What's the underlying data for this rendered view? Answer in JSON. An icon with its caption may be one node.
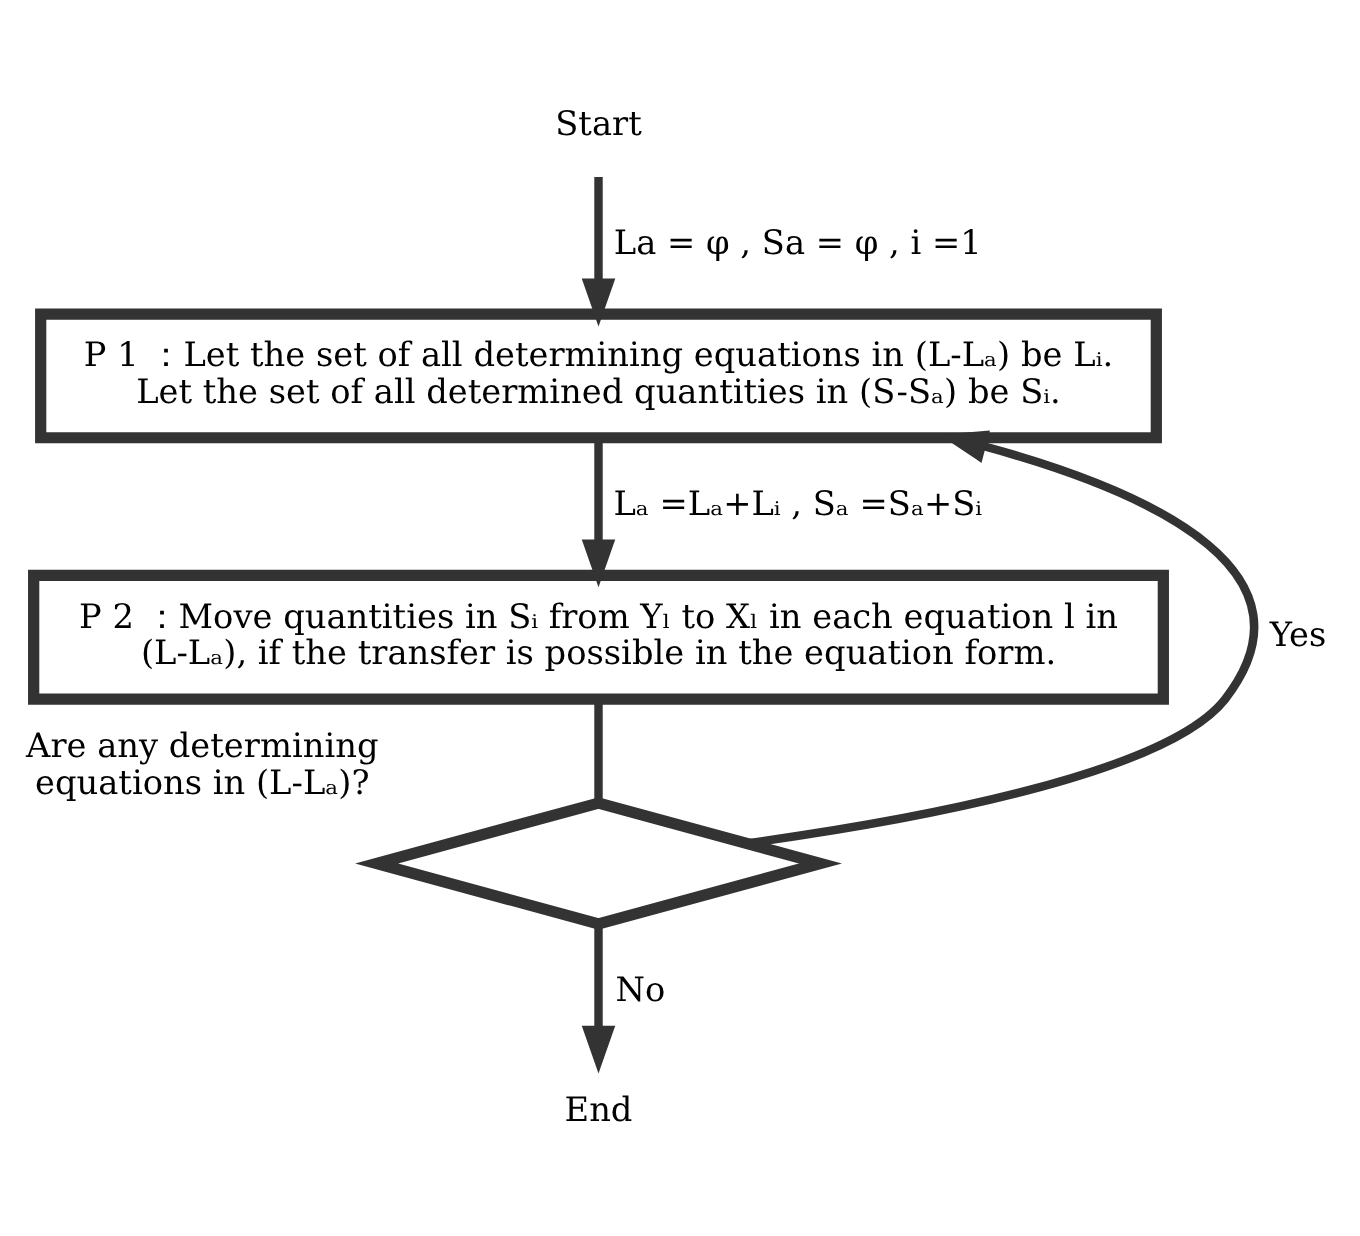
{
  "diagram": {
    "nodes": [
      {
        "text": [
          "Start"
        ]
      },
      {
        "text": [
          "P 1 ：Let the set of all determining equations in (L-Lₐ) be Lᵢ. Let the set of all determined quantities in (S-Sₐ) be Sᵢ."
        ]
      },
      {
        "text": [
          "P 2 ：Move quantities in Sᵢ from Yₗ to Xₗ in each equation l in (L-Lₐ), if the transfer is possible in the equation form."
        ]
      },
      {
        "text": [],
        "shape": "diamond",
        "beside": [
          "Are any determining equations in (L-Lₐ)?"
        ]
      },
      {
        "text": [
          "End"
        ]
      }
    ],
    "edges": [
      {
        "from": 0,
        "to": 1,
        "arrow": "to",
        "label": "La = φ , Sa = φ , i =1"
      },
      {
        "from": 1,
        "to": 2,
        "arrow": "to",
        "label": "Lₐ =Lₐ+Lᵢ , Sₐ =Sₐ+Sᵢ"
      },
      {
        "from": 2,
        "to": 3,
        "arrow": "none"
      },
      {
        "from": 3,
        "to": 1,
        "arrow": "to",
        "label": "Yes"
      },
      {
        "from": 3,
        "to": 4,
        "arrow": "to",
        "label": "No"
      }
    ]
  }
}
